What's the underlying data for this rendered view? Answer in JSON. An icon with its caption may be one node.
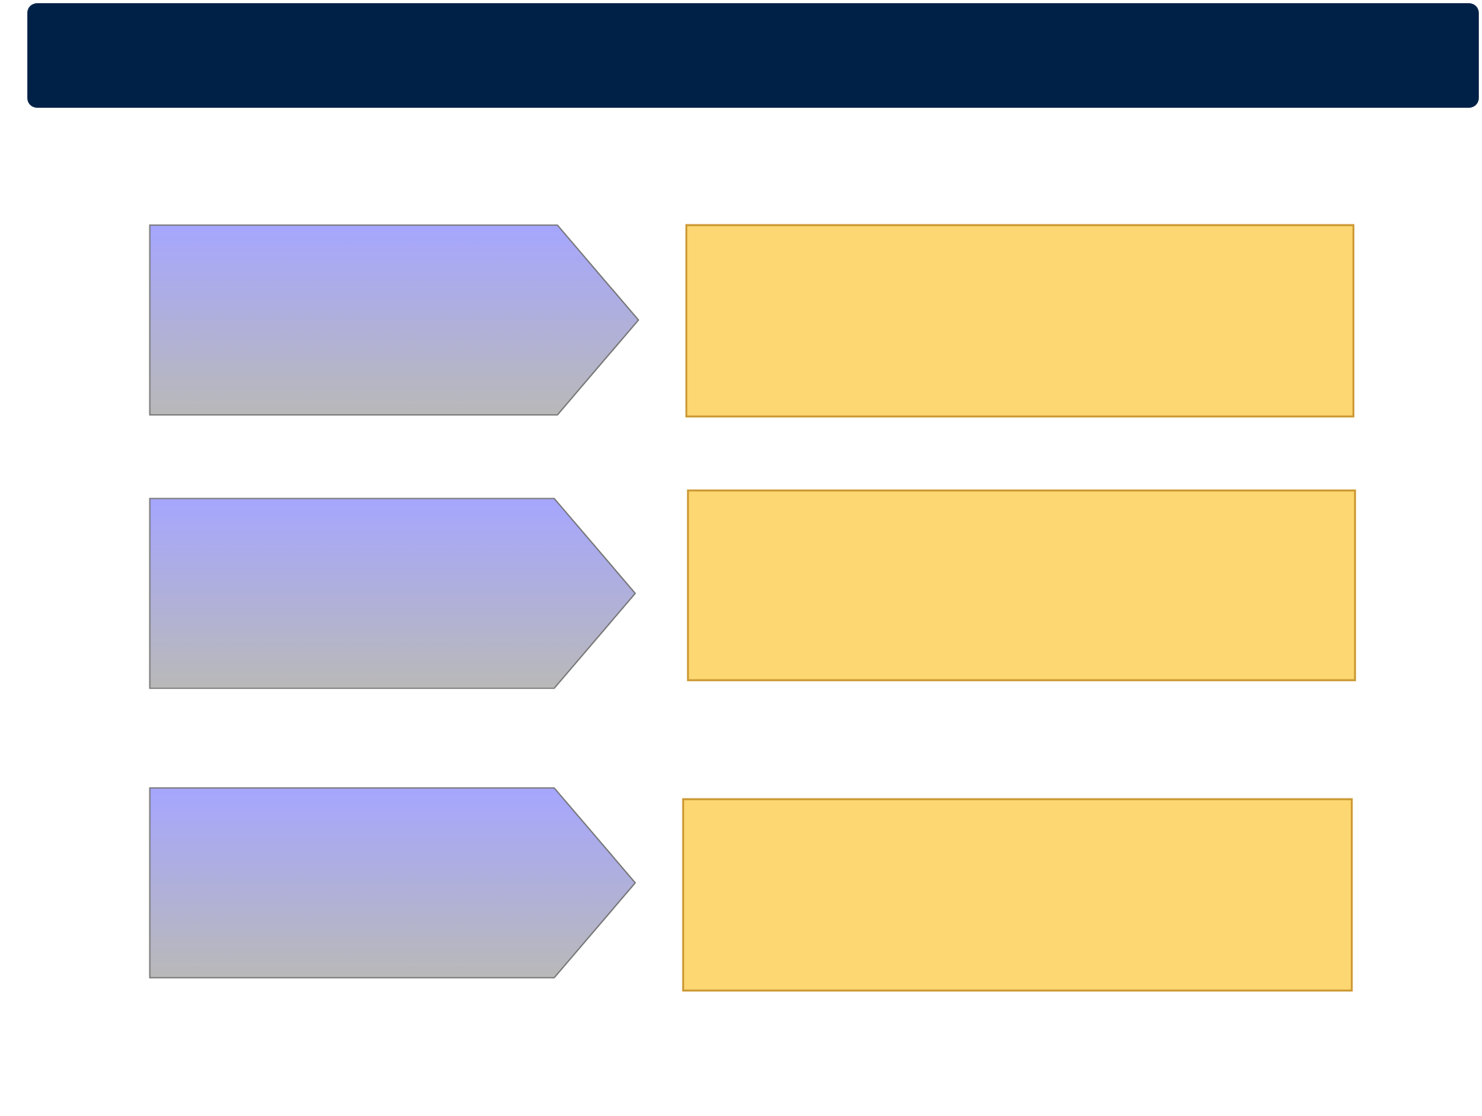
{
  "diagram": {
    "nodes": [
      {
        "text": [],
        "shape": "pentagon"
      },
      {
        "text": [],
        "shape": "box"
      },
      {
        "text": [],
        "shape": "pentagon"
      },
      {
        "text": [],
        "shape": "box"
      },
      {
        "text": [],
        "shape": "pentagon"
      },
      {
        "text": [],
        "shape": "box"
      }
    ]
  }
}
